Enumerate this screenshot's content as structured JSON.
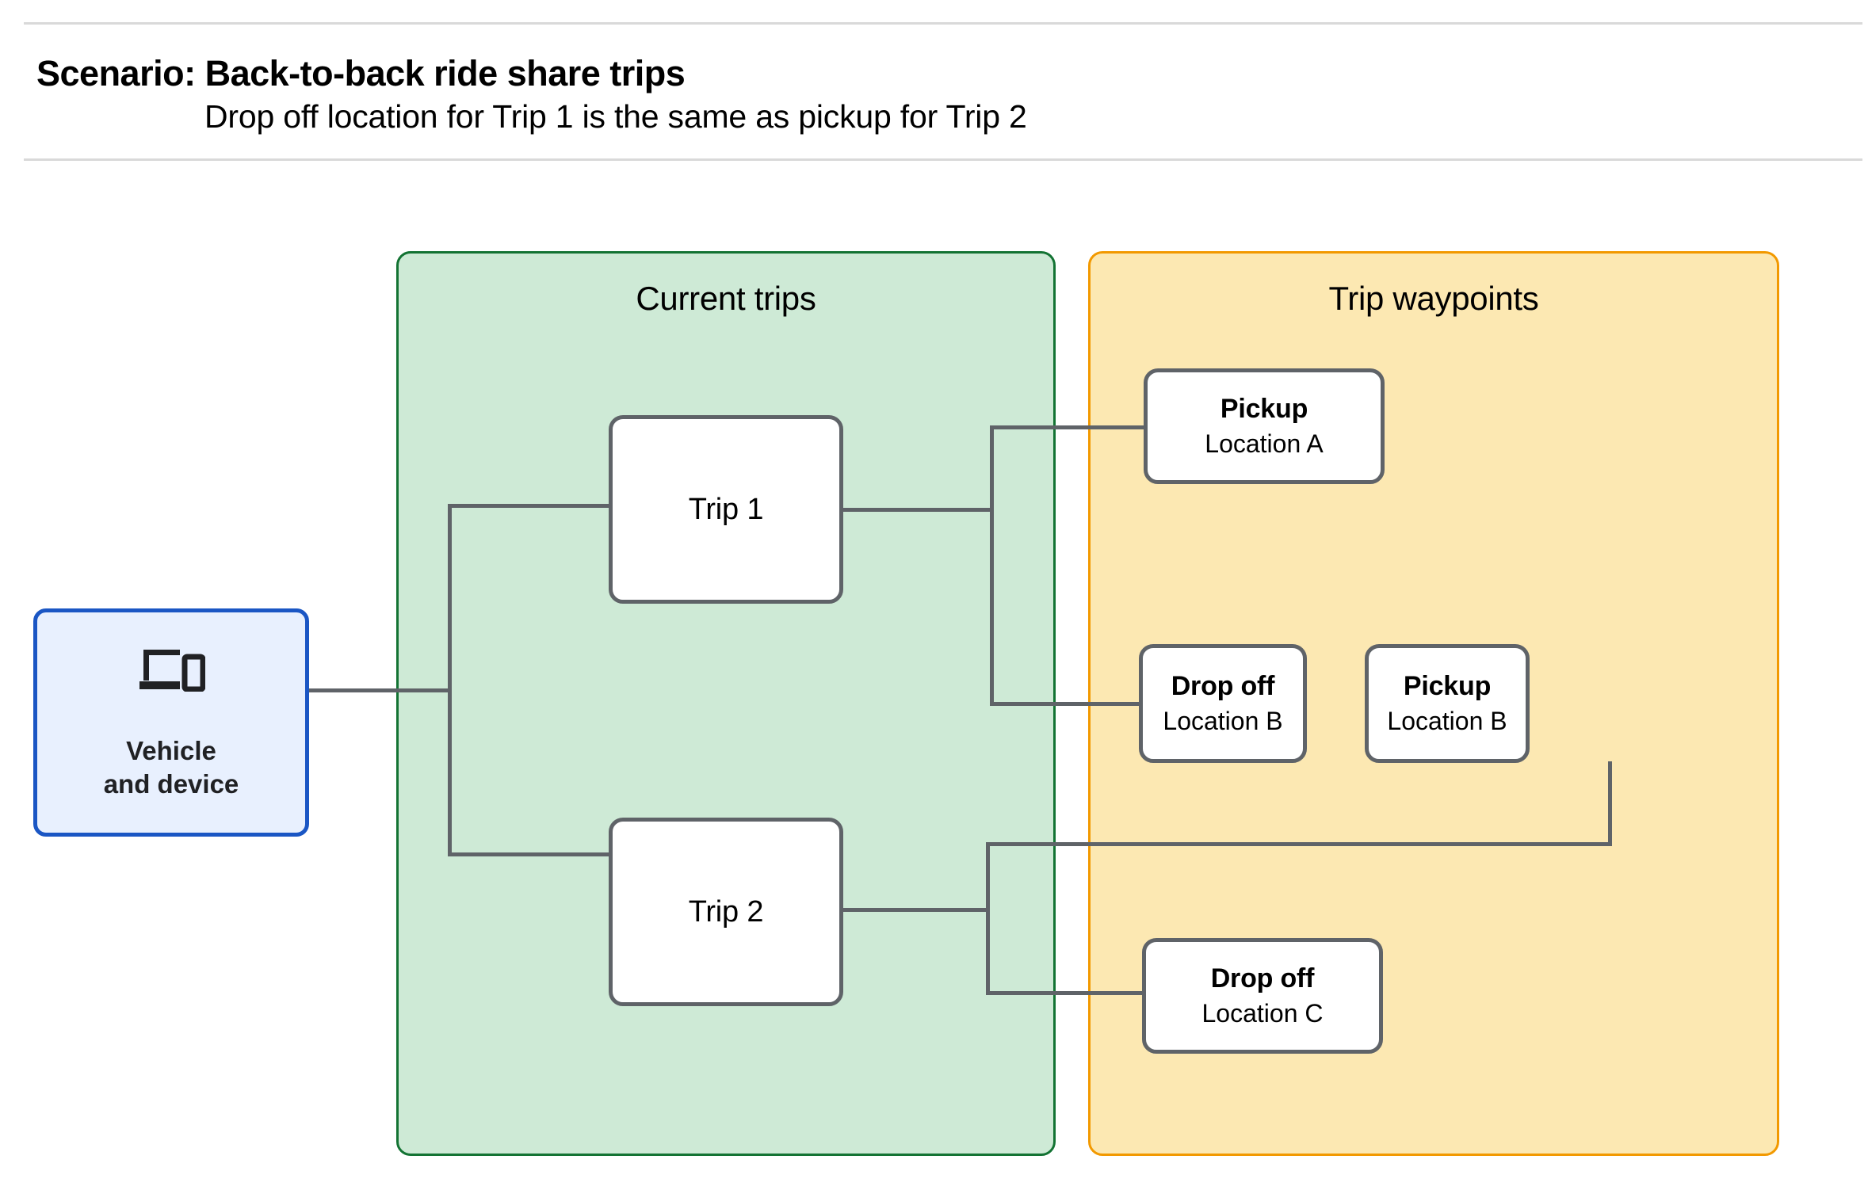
{
  "header": {
    "title": "Scenario: Back-to-back ride share trips",
    "subtitle": "Drop off  location for Trip 1 is the same as pickup for Trip 2"
  },
  "groups": {
    "current_trips": {
      "title": "Current trips",
      "fill": "#ceead6",
      "border": "#137333"
    },
    "trip_waypoints": {
      "title": "Trip waypoints",
      "fill": "#fce8b2",
      "border": "#f29900"
    }
  },
  "vehicle": {
    "label": "Vehicle\nand device",
    "icon": "devices-icon",
    "fill": "#e8f0fe",
    "border": "#1a56c4"
  },
  "trips": [
    {
      "label": "Trip 1"
    },
    {
      "label": "Trip 2"
    }
  ],
  "waypoints": [
    {
      "type": "Pickup",
      "location": "Location A"
    },
    {
      "type": "Drop off",
      "location": "Location B"
    },
    {
      "type": "Pickup",
      "location": "Location B"
    },
    {
      "type": "Drop off",
      "location": "Location C"
    }
  ],
  "connector_color": "#5f6368"
}
